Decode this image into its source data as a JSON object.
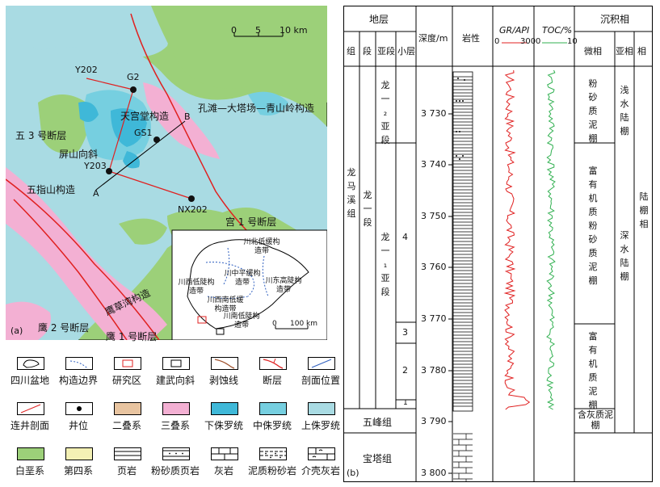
{
  "map": {
    "panel_label": "(a)",
    "scale": {
      "ticks": [
        "0",
        "5",
        "10 km"
      ]
    },
    "wells": [
      "Y202",
      "G2",
      "GS1",
      "Y203",
      "NX202"
    ],
    "section_ends": [
      "A",
      "B"
    ],
    "structures": {
      "tiangongtang": "天宫堂构造",
      "kongtan": "孔滩—大塔场—青山岭构造",
      "wusan_fault": "五 3 号断层",
      "pingshan": "屏山向斜",
      "wuzhishan": "五指山构造",
      "gong1_fault": "宫 1 号断层",
      "ying2_fault": "鹰 2 号断层",
      "ying1_fault": "鹰 1 号断层",
      "yingcaowan": "鹰草湾构造"
    },
    "inset": {
      "zones": [
        "川北低缓构造带",
        "川中平缓构造带",
        "川西低陡构造带",
        "川东高陡构造带",
        "川西南低缓构造带",
        "川南低陡构造带"
      ],
      "scale": [
        "0",
        "100 km"
      ]
    }
  },
  "legend": [
    {
      "icon": "sichuan-basin-icon",
      "label": "四川盆地"
    },
    {
      "icon": "tectonic-boundary-icon",
      "label": "构造边界"
    },
    {
      "icon": "study-area-icon",
      "label": "研究区"
    },
    {
      "icon": "jianwu-syncline-icon",
      "label": "建武向斜"
    },
    {
      "icon": "erosion-line-icon",
      "label": "剥蚀线"
    },
    {
      "icon": "fault-icon",
      "label": "断层"
    },
    {
      "icon": "section-position-icon",
      "label": "剖面位置"
    },
    {
      "icon": "well-section-icon",
      "label": "连井剖面"
    },
    {
      "icon": "well-icon",
      "label": "井位"
    },
    {
      "icon": "permian-icon",
      "label": "二叠系",
      "color": "#e8c4a0"
    },
    {
      "icon": "triassic-icon",
      "label": "三叠系",
      "color": "#f3b0d3"
    },
    {
      "icon": "lower-jurassic-icon",
      "label": "下侏罗统",
      "color": "#3fb8d8"
    },
    {
      "icon": "middle-jurassic-icon",
      "label": "中侏罗统",
      "color": "#76cfe0"
    },
    {
      "icon": "upper-jurassic-icon",
      "label": "上侏罗统",
      "color": "#a9dbe3"
    },
    {
      "icon": "cretaceous-icon",
      "label": "白垩系",
      "color": "#9cd079"
    },
    {
      "icon": "quaternary-icon",
      "label": "第四系",
      "color": "#f3f0b4"
    },
    {
      "icon": "shale-icon",
      "label": "页岩"
    },
    {
      "icon": "silty-shale-icon",
      "label": "粉砂质页岩"
    },
    {
      "icon": "limestone-icon",
      "label": "灰岩"
    },
    {
      "icon": "muddy-siltstone-icon",
      "label": "泥质粉砂岩"
    },
    {
      "icon": "shell-limestone-icon",
      "label": "介壳灰岩"
    }
  ],
  "column": {
    "panel_label": "(b)",
    "header": {
      "strata": "地层",
      "group": "组",
      "formation": "段",
      "member": "亚段",
      "layer": "小层",
      "depth": "深度/m",
      "lithology": "岩性",
      "gr": "GR/API",
      "gr_min": "0",
      "gr_max": "300",
      "toc": "TOC/%",
      "toc_min": "0",
      "toc_max": "10",
      "facies": "沉积相",
      "microfacies": "微相",
      "subfacies": "亚相",
      "facies_col": "相"
    },
    "strata": {
      "group": "龙马溪组",
      "formation": "龙一段",
      "member2": "龙一₂亚段",
      "member1": "龙一₁亚段",
      "layers": [
        "4",
        "3",
        "2",
        "1"
      ],
      "wufeng": "五峰组",
      "baota": "宝塔组"
    },
    "depth_ticks": [
      "3 730",
      "3 740",
      "3 750",
      "3 760",
      "3 770",
      "3 780",
      "3 790",
      "3 800"
    ],
    "facies": {
      "micro": [
        "粉砂质泥棚",
        "富有机质粉砂质泥棚",
        "富有机质泥棚",
        "含灰质泥棚"
      ],
      "sub": [
        "浅水陆棚",
        "深水陆棚"
      ],
      "main": "陆棚相"
    }
  },
  "colors": {
    "gr": "#e02020",
    "toc": "#30b050",
    "fault": "#e02020"
  }
}
